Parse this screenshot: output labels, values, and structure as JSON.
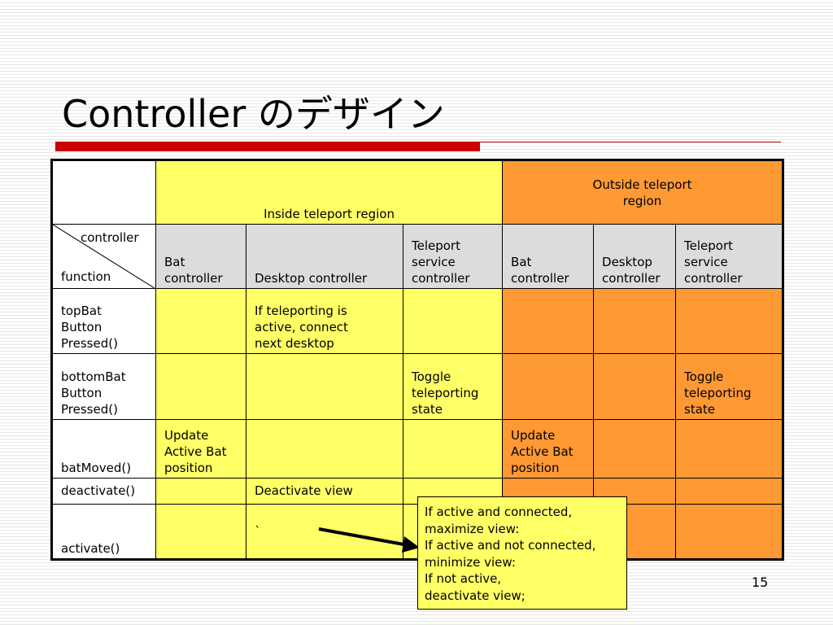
{
  "slide": {
    "title": "Controller のデザイン",
    "page_number": "15"
  },
  "table": {
    "group_inside": "Inside teleport region",
    "group_outside_line1": "Outside teleport",
    "group_outside_line2": "region",
    "corner_controller": "controller",
    "corner_function": "function",
    "col_headers": [
      [
        "Bat",
        "controller"
      ],
      [
        "Desktop controller"
      ],
      [
        "Teleport",
        "service",
        "controller"
      ],
      [
        "Bat",
        "controller"
      ],
      [
        "Desktop",
        "controller"
      ],
      [
        "Teleport",
        "service",
        "controller"
      ]
    ],
    "rows": [
      {
        "function": [
          "topBat",
          "Button",
          "Pressed()"
        ],
        "cells": [
          [],
          [
            "If teleporting is",
            "active, connect",
            "next desktop"
          ],
          [],
          [],
          [],
          []
        ]
      },
      {
        "function": [
          "bottomBat",
          "Button",
          "Pressed()"
        ],
        "cells": [
          [],
          [],
          [
            "Toggle",
            "teleporting",
            "state"
          ],
          [],
          [],
          [
            "Toggle",
            "teleporting",
            "state"
          ]
        ]
      },
      {
        "function": [
          "batMoved()"
        ],
        "cells": [
          [
            "Update",
            "Active Bat",
            "position"
          ],
          [],
          [],
          [
            "Update",
            "Active Bat",
            "position"
          ],
          [],
          []
        ]
      },
      {
        "function": [
          "deactivate()"
        ],
        "cells": [
          [],
          [
            "Deactivate view"
          ],
          [],
          [],
          [],
          []
        ]
      },
      {
        "function": [
          "activate()"
        ],
        "cells": [
          [],
          [
            "`"
          ],
          [],
          [],
          [],
          []
        ]
      }
    ],
    "colors": {
      "inside": "#ffff66",
      "outside": "#ff9933",
      "header_gray": "#dcdcdc"
    }
  },
  "callout": {
    "lines": [
      "If active and connected,",
      "maximize view:",
      "If active and not connected,",
      "minimize view:",
      "If not active,",
      "deactivate view;"
    ]
  }
}
